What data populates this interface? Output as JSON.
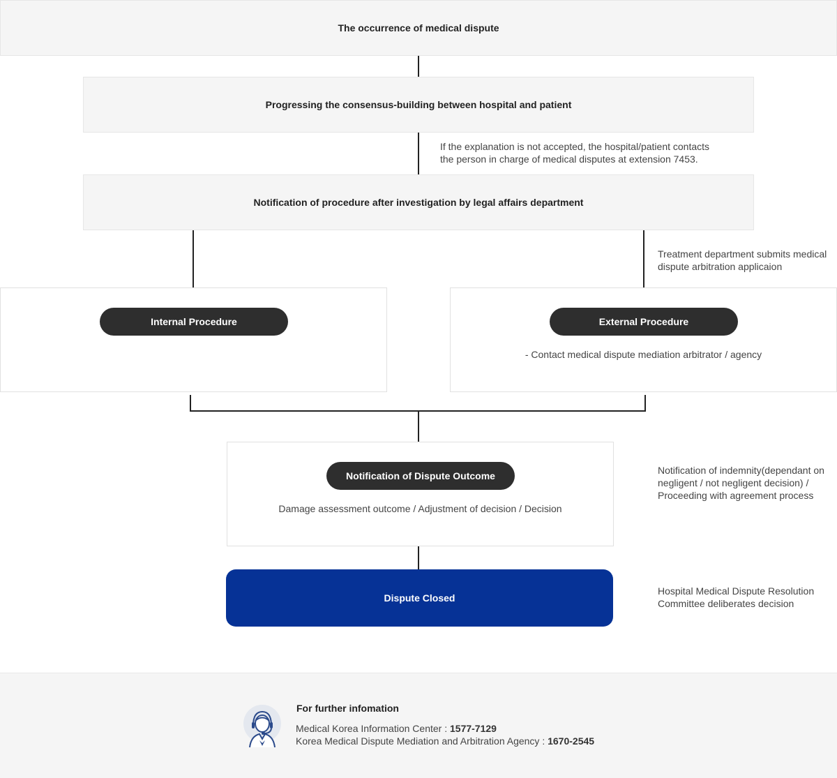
{
  "steps": {
    "occurrence": "The occurrence of medical dispute",
    "consensus": "Progressing the consensus-building between hospital and patient",
    "notification": "Notification of procedure after investigation by legal affairs department"
  },
  "notes": {
    "explanation_line1": "If the explanation is not accepted, the hospital/patient contacts",
    "explanation_line2": "the person in charge of medical disputes at extension 7453.",
    "treatment_line1": "Treatment department submits medical",
    "treatment_line2": "dispute arbitration applicaion",
    "indemnity_line1": "Notification of indemnity(dependant on",
    "indemnity_line2": "negligent / not negligent decision) /",
    "indemnity_line3": "Proceeding with agreement process",
    "committee_line1": "Hospital Medical Dispute Resolution",
    "committee_line2": "Committee deliberates decision"
  },
  "internal": {
    "label": "Internal Procedure"
  },
  "external": {
    "label": "External Procedure",
    "text": "- Contact medical dispute mediation arbitrator / agency"
  },
  "outcome": {
    "label": "Notification of Dispute Outcome",
    "text": "Damage assessment outcome / Adjustment of decision / Decision"
  },
  "closed": {
    "label": "Dispute Closed"
  },
  "footer": {
    "title": "For further infomation",
    "contact1_label": "Medical Korea Information Center : ",
    "contact1_number": "1577-7129",
    "contact2_label": "Korea Medical Dispute Mediation and Arbitration Agency : ",
    "contact2_number": "1670-2545",
    "icon": "support-agent-icon"
  },
  "colors": {
    "box_gray": "#f5f5f5",
    "pill_dark": "#2e2e2e",
    "closed_blue": "#063296",
    "connector": "#222222"
  }
}
